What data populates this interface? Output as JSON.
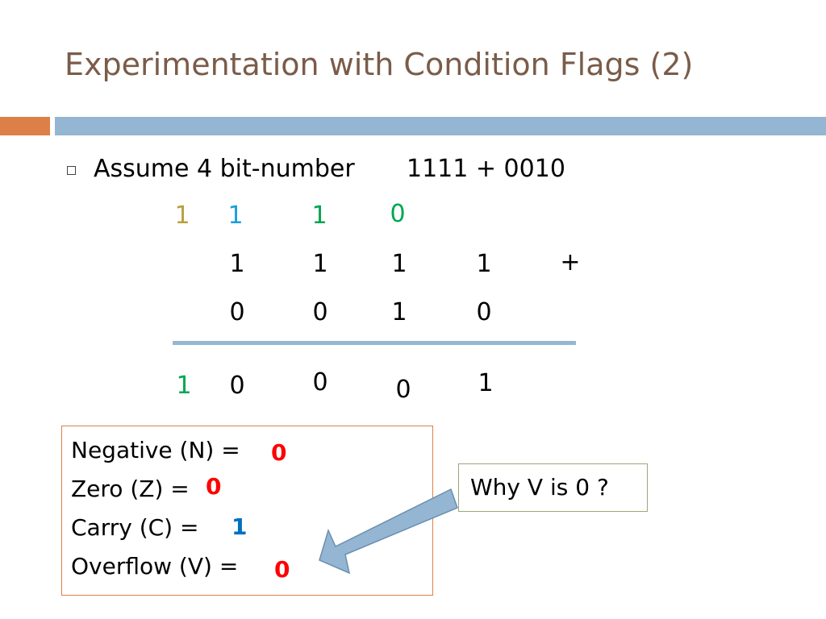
{
  "slide": {
    "title": "Experimentation with Condition Flags (2)",
    "bullet_text": "Assume 4 bit-number",
    "expression": "1111 + 0010"
  },
  "colors": {
    "title": "#7a5c49",
    "accent_orange": "#dd8047",
    "accent_blue": "#94b6d2",
    "carry_gold": "#b8a040",
    "carry_blue": "#1a9ee0",
    "carry_green": "#00a650",
    "flag_red": "#ff0000",
    "flag_blue": "#0070c0"
  },
  "addition": {
    "carries": [
      "1",
      "1",
      "1",
      "0"
    ],
    "operand_a": [
      "1",
      "1",
      "1",
      "1"
    ],
    "plus_sign": "+",
    "operand_b": [
      "0",
      "0",
      "1",
      "0"
    ],
    "result_carry": "1",
    "result": [
      "0",
      "0",
      "0",
      "1"
    ]
  },
  "flags": [
    {
      "label": "Negative (N) =",
      "value": "0"
    },
    {
      "label": "Zero (Z) =",
      "value": "0"
    },
    {
      "label": "Carry (C) =",
      "value": "1"
    },
    {
      "label": "Overflow (V) =",
      "value": "0"
    }
  ],
  "callout": {
    "text": "Why V is 0 ?"
  }
}
